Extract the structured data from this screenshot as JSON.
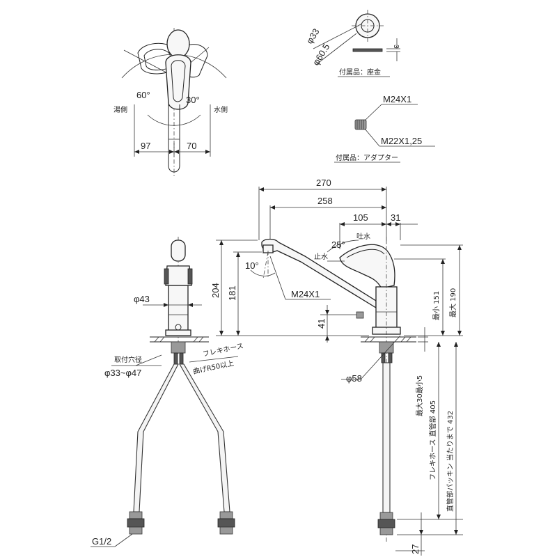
{
  "labels": {
    "top_dia_33": "φ33",
    "top_dia_605": "φ60.5",
    "seat_thickness": "3",
    "accessory_seat": "付属品：座金",
    "angle_hot": "60°",
    "angle_cold": "30°",
    "hot_side": "湯側",
    "cold_side": "水側",
    "width_97": "97",
    "width_70": "70",
    "adapter_top": "M24X1",
    "adapter_bottom": "M22X1,25",
    "accessory_adapter": "付属品：アダプター",
    "dim_270": "270",
    "dim_258": "258",
    "dim_105": "105",
    "dim_31": "31",
    "angle_25": "25°",
    "discharge": "吐水",
    "stop": "止水",
    "angle_10": "10°",
    "spout_thread": "M24X1",
    "dim_204": "204",
    "dim_181": "181",
    "dim_41": "41",
    "dim_min_151": "最小 151",
    "dim_max_190": "最大 190",
    "front_dia_43": "φ43",
    "mount_hole": "取付穴径",
    "mount_hole_range": "φ33~φ47",
    "flex_hose": "フレキホース",
    "bend_radius": "曲げR50以上",
    "base_dia_58": "φ58",
    "max30_min5": "最大30最小5",
    "hose_length": "フレキホース 直管部 405",
    "packing_length": "直管部パッキン 当たりまで 432",
    "dim_27": "27",
    "thread_g12": "G1/2"
  },
  "colors": {
    "line": "#222222",
    "background": "#ffffff",
    "fill": "#f7f7f7"
  }
}
